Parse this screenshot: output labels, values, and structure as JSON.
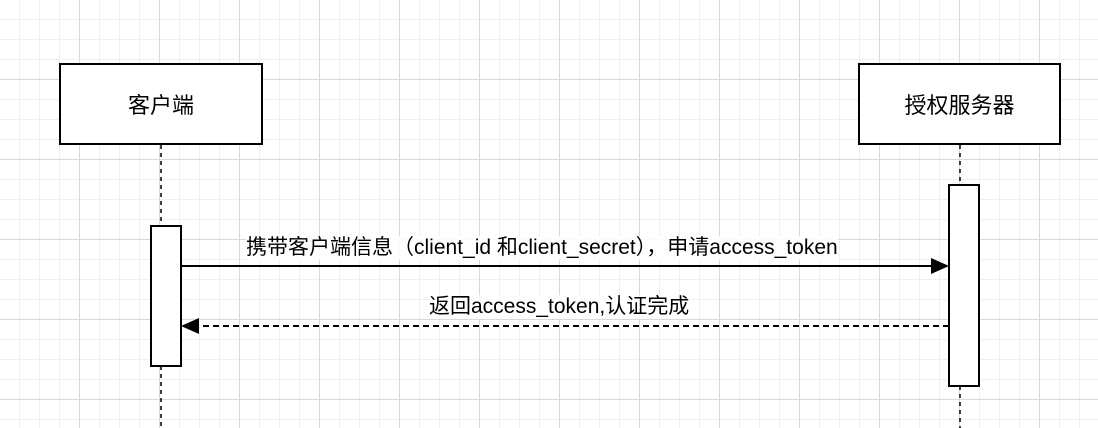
{
  "participants": {
    "client": "客户端",
    "server": "授权服务器"
  },
  "messages": {
    "request": "携带客户端信息（client_id 和client_secret），申请access_token",
    "response": "返回access_token,认证完成"
  },
  "colors": {
    "line": "#000000",
    "grid_major": "#d9d9d9",
    "grid_minor": "#f0f0f0"
  }
}
